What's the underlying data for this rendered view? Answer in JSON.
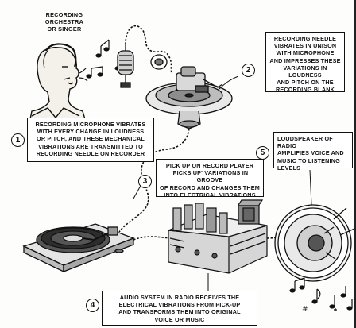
{
  "header_label": {
    "lines": [
      "RECORDING",
      "ORCHESTRA",
      "OR SINGER"
    ]
  },
  "steps": [
    {
      "number": "1",
      "lines": [
        "RECORDING MICROPHONE VIBRATES",
        "WITH EVERY CHANGE IN LOUDNESS",
        "OR PITCH, AND THESE MECHANICAL",
        "VIBRATIONS ARE TRANSMITTED TO",
        "RECORDING NEEDLE ON RECORDER"
      ]
    },
    {
      "number": "2",
      "lines": [
        "RECORDING NEEDLE",
        "VIBRATES IN UNISON",
        "WITH MICROPHONE",
        "AND IMPRESSES THESE",
        "VARIATIONS IN LOUDNESS",
        "AND PITCH ON THE",
        "RECORDING BLANK"
      ]
    },
    {
      "number": "3",
      "lines": [
        "PICK UP ON RECORD PLAYER",
        "'PICKS UP' VARIATIONS IN GROOVE",
        "OF RECORD AND CHANGES THEM",
        "INTO ELECTRICAL VIBRATIONS"
      ]
    },
    {
      "number": "4",
      "lines": [
        "AUDIO SYSTEM IN RADIO RECEIVES THE",
        "ELECTRICAL VIBRATIONS FROM PICK-UP",
        "AND TRANSFORMS THEM INTO ORIGINAL",
        "VOICE OR MUSIC"
      ]
    },
    {
      "number": "5",
      "lines": [
        "LOUDSPEAKER OF RADIO",
        "AMPLIFIES VOICE AND",
        "MUSIC TO LISTENING",
        "LEVELS"
      ]
    }
  ]
}
